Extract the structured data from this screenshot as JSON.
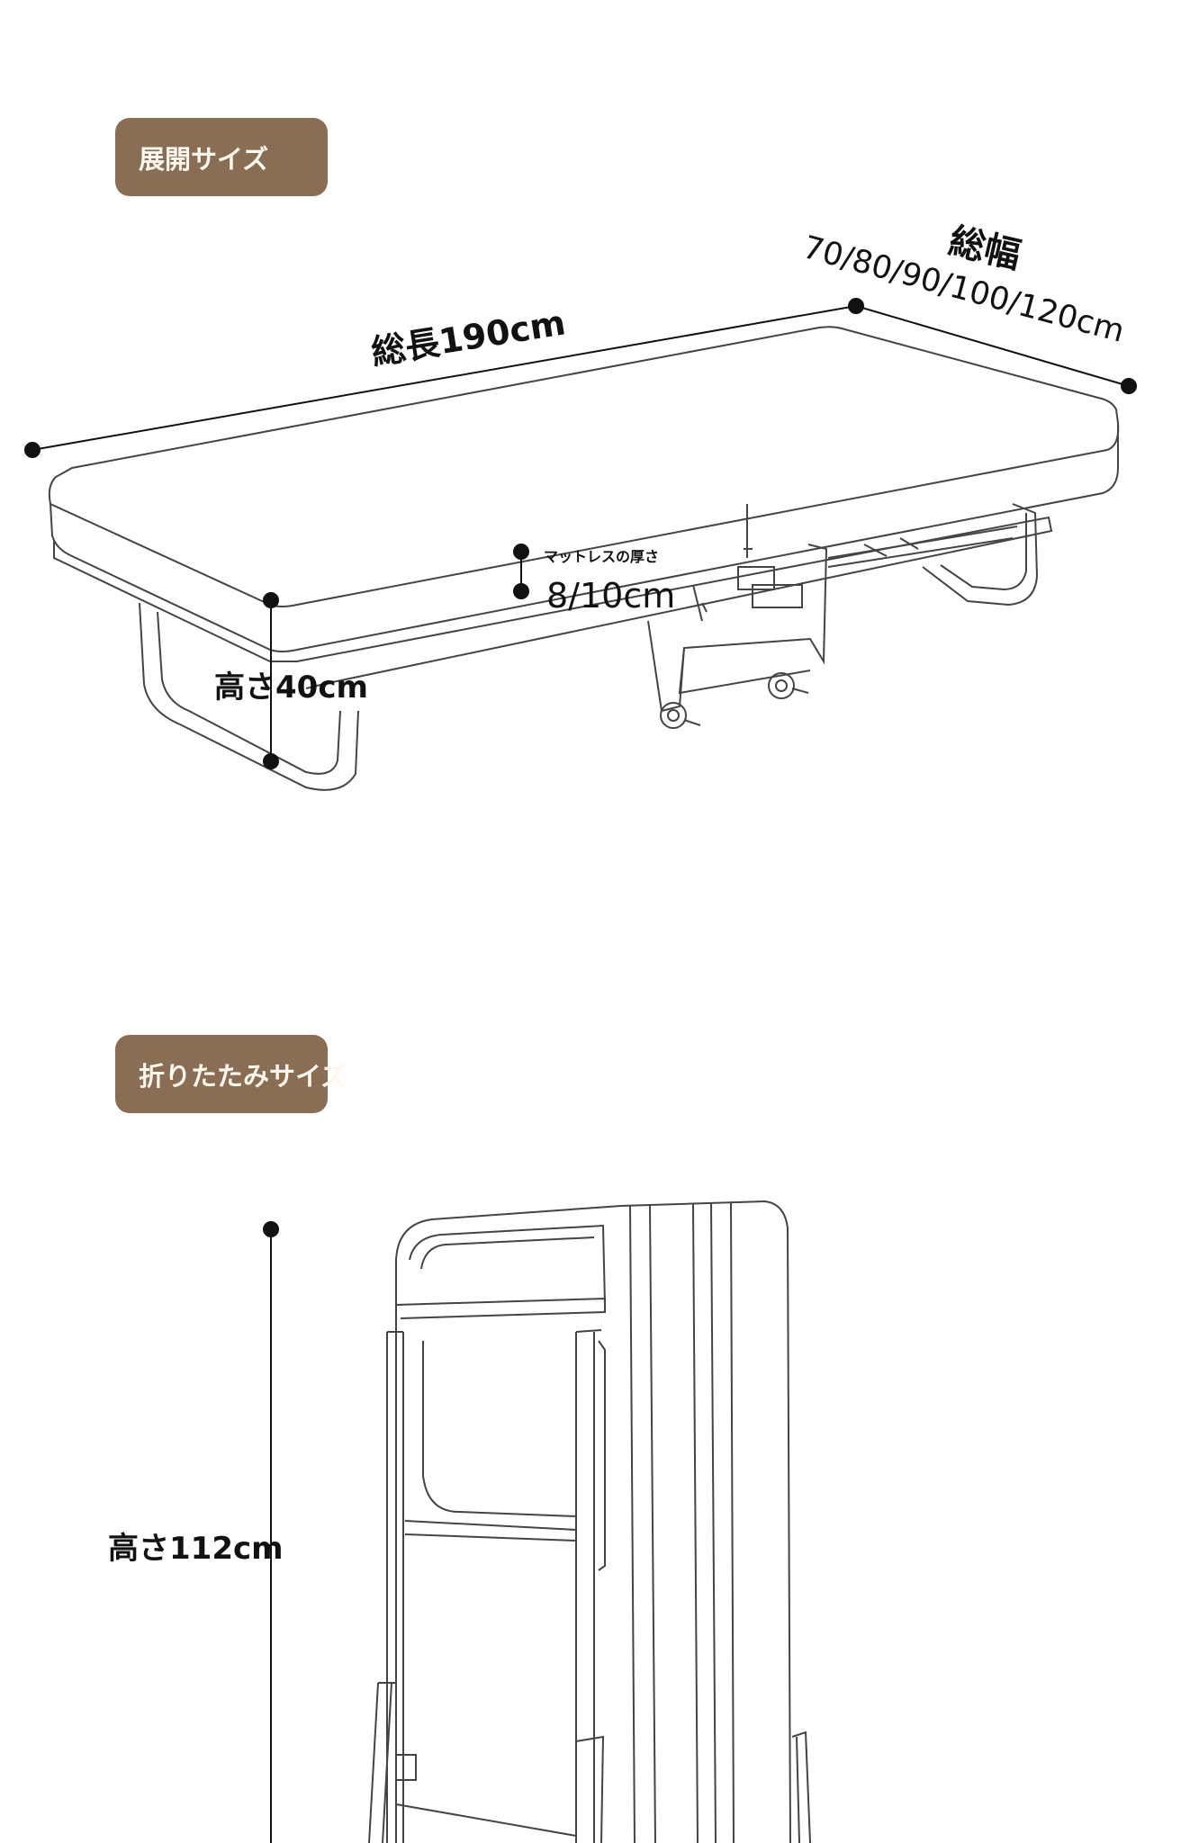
{
  "sections": {
    "unfolded": {
      "title": "展開サイズ",
      "total_length": "総長190cm",
      "total_width_label": "総幅",
      "total_width_values": "70/80/90/100/120cm",
      "height": "高さ40cm",
      "mattress_thickness_label": "マットレスの厚さ",
      "mattress_thickness_value": "8/10cm"
    },
    "folded": {
      "title": "折りたたみサイズ",
      "height": "高さ112cm"
    }
  }
}
